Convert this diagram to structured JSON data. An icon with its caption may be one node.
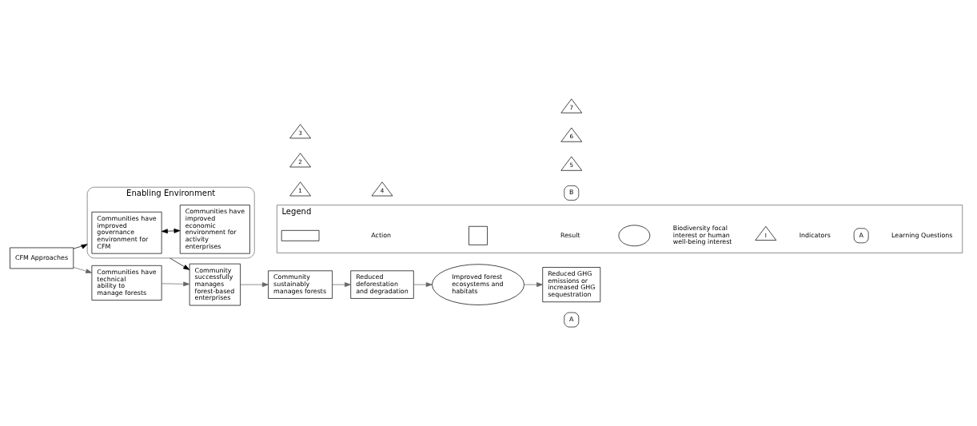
{
  "diagram": {
    "nodes": [
      {
        "text": [
          "CFM Approaches"
        ]
      },
      {
        "text": [
          "Enabling Environment"
        ]
      },
      {
        "text": [
          "Communities have improved governance environment for CFM"
        ],
        "in": 1
      },
      {
        "text": [
          "Communities have improved economic environment for activity enterprises"
        ],
        "in": 1
      },
      {
        "text": [
          "Communities have technical ability to manage forests"
        ]
      },
      {
        "text": [
          "Community successfully manages forest-based enterprises"
        ]
      },
      {
        "text": [
          "Community sustainably manages forests"
        ]
      },
      {
        "text": [
          "Reduced deforestation and degradation"
        ]
      },
      {
        "text": [
          "Improved forest ecosystems and habitats"
        ]
      },
      {
        "text": [
          "Reduced GHG emissions or increased GHG sequestration"
        ]
      },
      {
        "text": [
          "1"
        ]
      },
      {
        "text": [
          "2"
        ]
      },
      {
        "text": [
          "3"
        ]
      },
      {
        "text": [
          "4"
        ]
      },
      {
        "text": [
          "A"
        ]
      },
      {
        "text": [
          "B"
        ]
      },
      {
        "text": [
          "5"
        ]
      },
      {
        "text": [
          "6"
        ]
      },
      {
        "text": [
          "7"
        ]
      },
      {
        "text": [
          "Legend"
        ]
      },
      {
        "text": [],
        "shape": "box",
        "in": 19
      },
      {
        "text": [],
        "shape": "box",
        "in": 19
      },
      {
        "text": [],
        "shape": "ellipse",
        "in": 19
      },
      {
        "text": [
          "I"
        ],
        "in": 19
      },
      {
        "text": [
          "A"
        ],
        "in": 19
      }
    ],
    "edges": [
      {
        "from": 0,
        "to": 1,
        "arrow": "to",
        "color": "#000000"
      },
      {
        "from": 0,
        "to": 4,
        "arrow": "to"
      },
      {
        "from": 2,
        "to": 3,
        "arrow": "both",
        "color": "#000000"
      },
      {
        "from": 1,
        "to": 5,
        "arrow": "to",
        "color": "#000000"
      },
      {
        "from": 4,
        "to": 5,
        "arrow": "to"
      },
      {
        "from": 5,
        "to": 6,
        "arrow": "to"
      },
      {
        "from": 6,
        "to": 7,
        "arrow": "to"
      },
      {
        "from": 7,
        "to": 8,
        "arrow": "to"
      },
      {
        "from": 8,
        "to": 9,
        "arrow": "to"
      }
    ],
    "legend": [
      {
        "text": "Action"
      },
      {
        "text": "Result"
      },
      {
        "text": "Biodiversity focal interest or human well-being interest"
      },
      {
        "text": "Indicators"
      },
      {
        "text": "Learning Questions"
      }
    ]
  }
}
